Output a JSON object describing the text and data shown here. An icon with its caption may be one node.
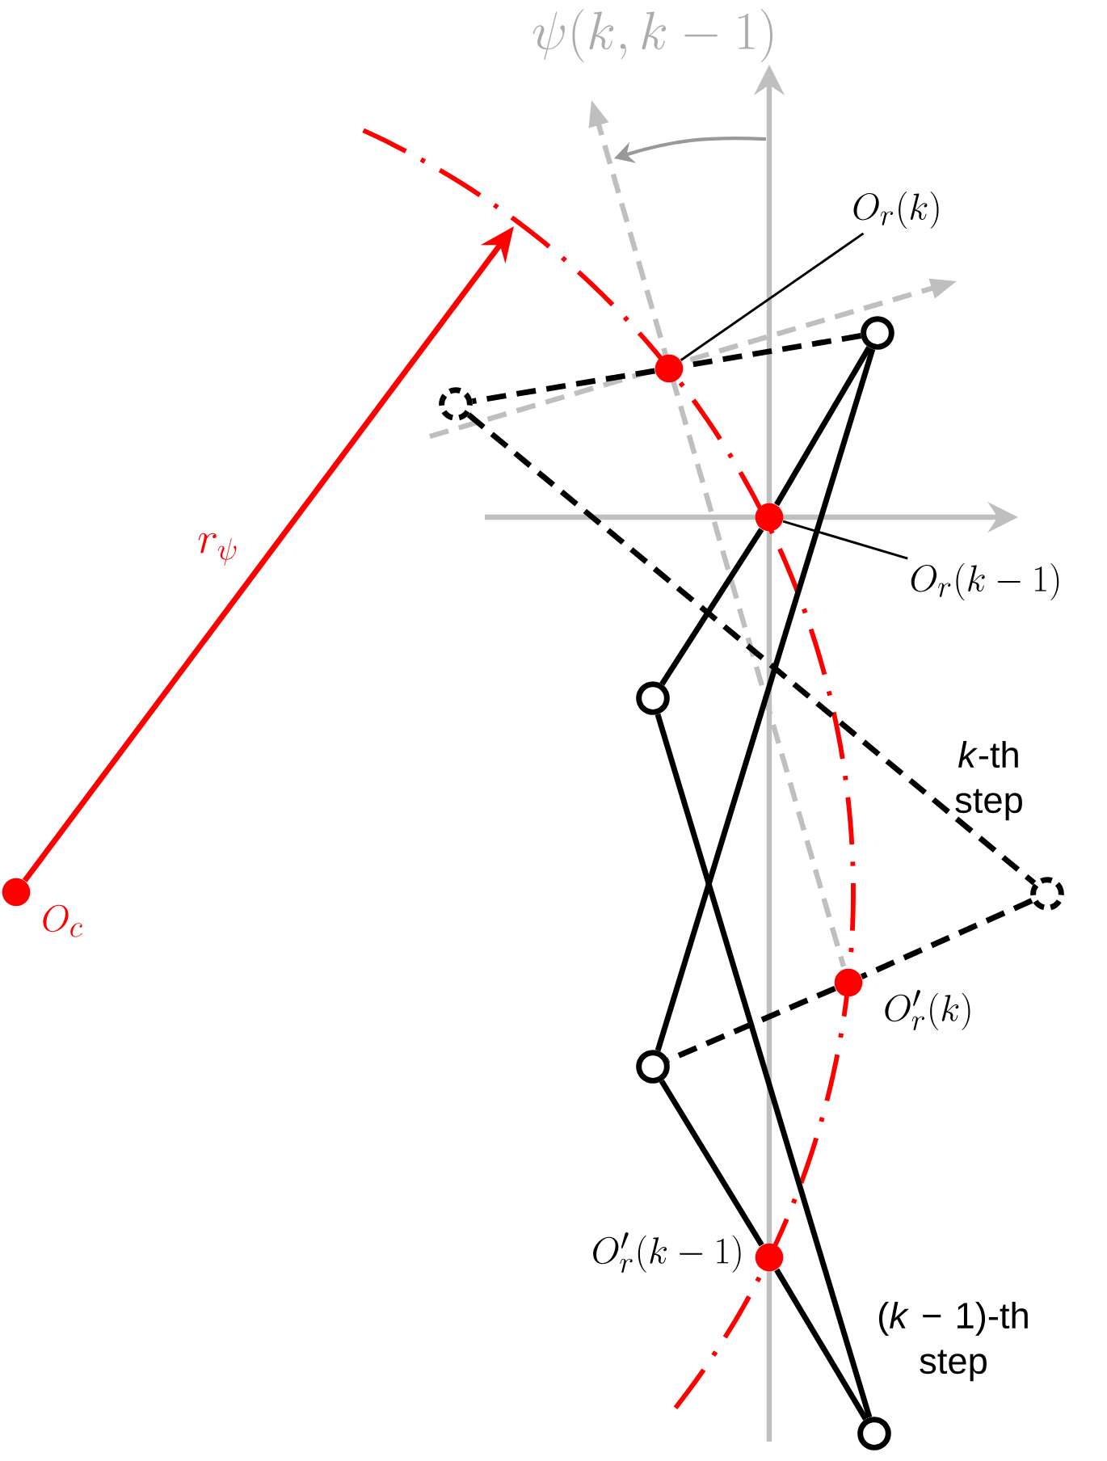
{
  "diagram": {
    "nodes": [
      {
        "text": [],
        "shape": "circle"
      },
      {
        "text": [],
        "shape": "circle"
      },
      {
        "text": [],
        "shape": "circle"
      },
      {
        "text": [],
        "shape": "circle"
      },
      {
        "text": [],
        "shape": "circle"
      },
      {
        "text": [],
        "shape": "circle"
      },
      {
        "text": [],
        "shape": "circle"
      },
      {
        "text": [
          "O_r(k)"
        ]
      },
      {
        "text": [],
        "shape": "circle"
      },
      {
        "text": [
          "O_r(k-1)"
        ]
      },
      {
        "text": [],
        "shape": "circle",
        "beside": [
          "O'_r(k)"
        ]
      },
      {
        "text": [],
        "shape": "circle",
        "beside": [
          "O'_r(k-1)"
        ]
      },
      {
        "text": [],
        "shape": "circle",
        "beside": [
          "O_c"
        ]
      }
    ],
    "edges": [
      {
        "from": 0,
        "to": 8,
        "arrow": "none"
      },
      {
        "from": 8,
        "to": 2,
        "arrow": "none"
      },
      {
        "from": 0,
        "to": 4,
        "arrow": "none"
      },
      {
        "from": 2,
        "to": 5,
        "arrow": "none"
      },
      {
        "from": 4,
        "to": 11,
        "arrow": "none"
      },
      {
        "from": 11,
        "to": 5,
        "arrow": "none"
      },
      {
        "from": 0,
        "to": 6,
        "arrow": "none",
        "style": "dashed"
      },
      {
        "from": 6,
        "to": 1,
        "arrow": "none",
        "style": "dashed"
      },
      {
        "from": 1,
        "to": 3,
        "arrow": "none",
        "style": "dashed"
      },
      {
        "from": 3,
        "to": 10,
        "arrow": "none",
        "style": "dashed"
      },
      {
        "from": 10,
        "to": 4,
        "arrow": "none",
        "style": "dashed"
      },
      {
        "from": 7,
        "to": 6,
        "arrow": "none"
      },
      {
        "from": 9,
        "to": 8,
        "arrow": "none"
      },
      {
        "from": 12,
        "to": null,
        "arrow": "to",
        "label": "r_\\psi",
        "color": "#ff0000"
      }
    ],
    "labels": [
      "\\psi(k,k-1)",
      "*k*-th step",
      "(*k* − 1)-th step"
    ]
  }
}
